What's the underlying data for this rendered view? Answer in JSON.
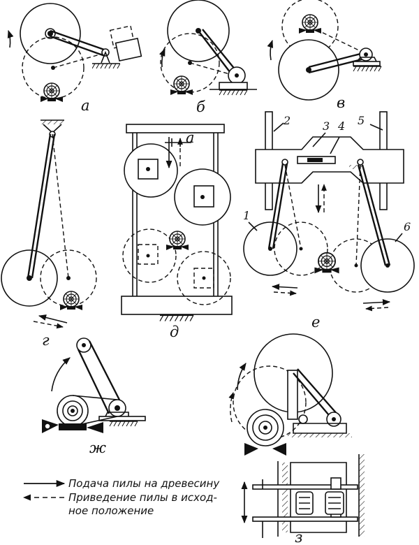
{
  "labels": {
    "a": "а",
    "b": "б",
    "v": "в",
    "g": "г",
    "d": "д",
    "e": "е",
    "zh": "ж",
    "z": "з"
  },
  "dim_label": "а",
  "part_numbers": [
    "1",
    "2",
    "3",
    "4",
    "5",
    "6"
  ],
  "legend": {
    "solid_line1": "Подача пилы на древесину",
    "dashed_line1": "Приведение пилы в исход-",
    "dashed_line2": "ное положение"
  },
  "colors": {
    "ink": "#111111",
    "paper": "#ffffff"
  }
}
